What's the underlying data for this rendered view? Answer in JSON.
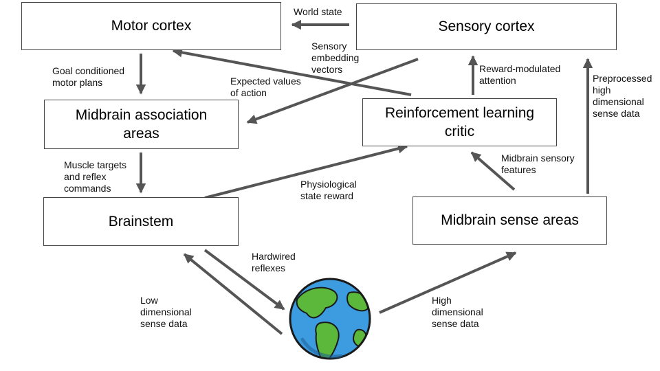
{
  "nodes": {
    "motor_cortex": "Motor cortex",
    "sensory_cortex": "Sensory cortex",
    "midbrain_association": "Midbrain association\nareas",
    "rl_critic": "Reinforcement learning\ncritic",
    "brainstem": "Brainstem",
    "midbrain_sense": "Midbrain sense areas"
  },
  "edges": {
    "world_state": "World state",
    "sensory_embedding": "Sensory\nembedding\nvectors",
    "goal_conditioned": "Goal conditioned\nmotor plans",
    "expected_values": "Expected values\nof action",
    "reward_modulated": "Reward-modulated\nattention",
    "preprocessed": "Preprocessed\nhigh\ndimensional\nsense data",
    "muscle_targets": "Muscle targets\nand reflex\ncommands",
    "midbrain_sensory_features": "Midbrain sensory\nfeatures",
    "physiological_reward": "Physiological\nstate reward",
    "hardwired": "Hardwired\nreflexes",
    "low_dim": "Low\ndimensional\nsense data",
    "high_dim": "High\ndimensional\nsense data"
  },
  "world_icon": "globe-icon",
  "colors": {
    "arrow": "#555555",
    "box_border": "#444444",
    "ocean": "#3d9be0",
    "land": "#5cb83a"
  }
}
